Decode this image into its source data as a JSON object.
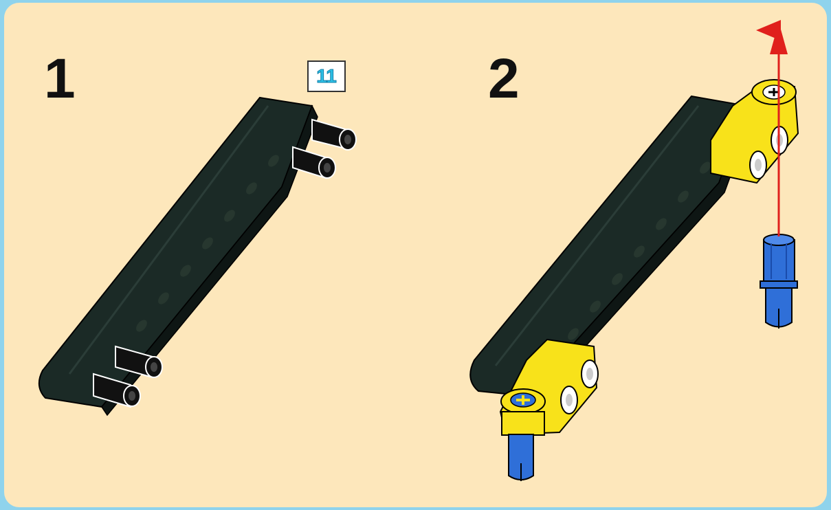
{
  "steps": [
    {
      "number": "1",
      "parts": [
        "liftarm-beam",
        "friction-pin",
        "friction-pin",
        "friction-pin",
        "friction-pin"
      ]
    },
    {
      "number": "2",
      "parts": [
        "liftarm-beam",
        "yellow-connector",
        "yellow-connector",
        "blue-axle-pin",
        "blue-axle-pin"
      ],
      "action": "insert-arrow"
    }
  ],
  "badge": {
    "text": "11"
  },
  "colors": {
    "background": "#fde7bb",
    "frame": "#8fd3ec",
    "beam": "#1b2a26",
    "pin": "#111111",
    "connector": "#f8e21a",
    "axle_pin": "#2f6fd8",
    "arrow": "#e0201c"
  }
}
